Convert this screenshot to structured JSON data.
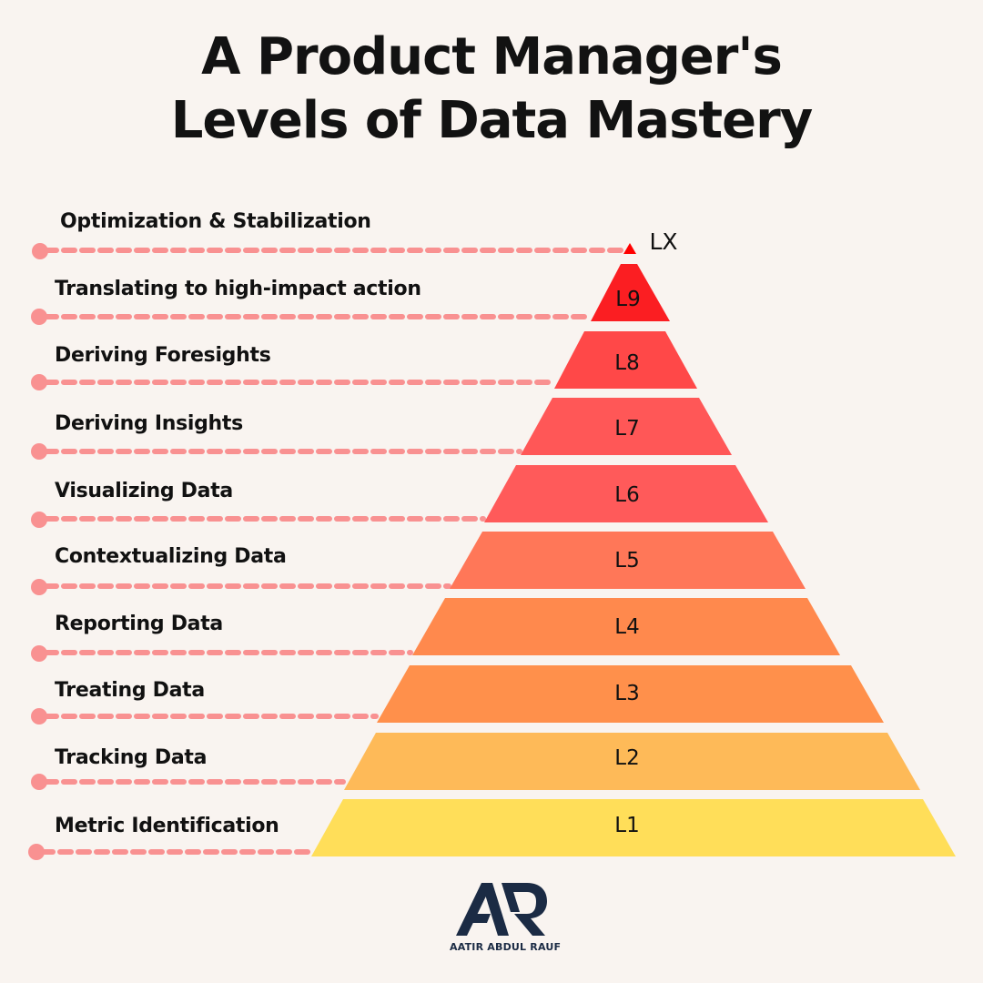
{
  "title": {
    "line1": "A Product Manager's",
    "line2": "Levels of Data Mastery"
  },
  "levels": [
    {
      "id": "LX",
      "label": "Optimization & Stabilization",
      "color": "#ff0000"
    },
    {
      "id": "L9",
      "label": "Translating to high-impact action",
      "color": "#fb1e22"
    },
    {
      "id": "L8",
      "label": "Deriving Foresights",
      "color": "#ff4848"
    },
    {
      "id": "L7",
      "label": "Deriving Insights",
      "color": "#ff5757"
    },
    {
      "id": "L6",
      "label": "Visualizing Data",
      "color": "#ff5a5a"
    },
    {
      "id": "L5",
      "label": "Contextualizing Data",
      "color": "#ff7758"
    },
    {
      "id": "L4",
      "label": "Reporting Data",
      "color": "#ff894d"
    },
    {
      "id": "L3",
      "label": "Treating Data",
      "color": "#ff904b"
    },
    {
      "id": "L2",
      "label": "Tracking Data",
      "color": "#feba58"
    },
    {
      "id": "L1",
      "label": "Metric Identification",
      "color": "#ffde59"
    }
  ],
  "connector_color": "#f99191",
  "logo": {
    "monogram": "AR",
    "name": "AATIR ABDUL RAUF",
    "color": "#1b2b44"
  }
}
